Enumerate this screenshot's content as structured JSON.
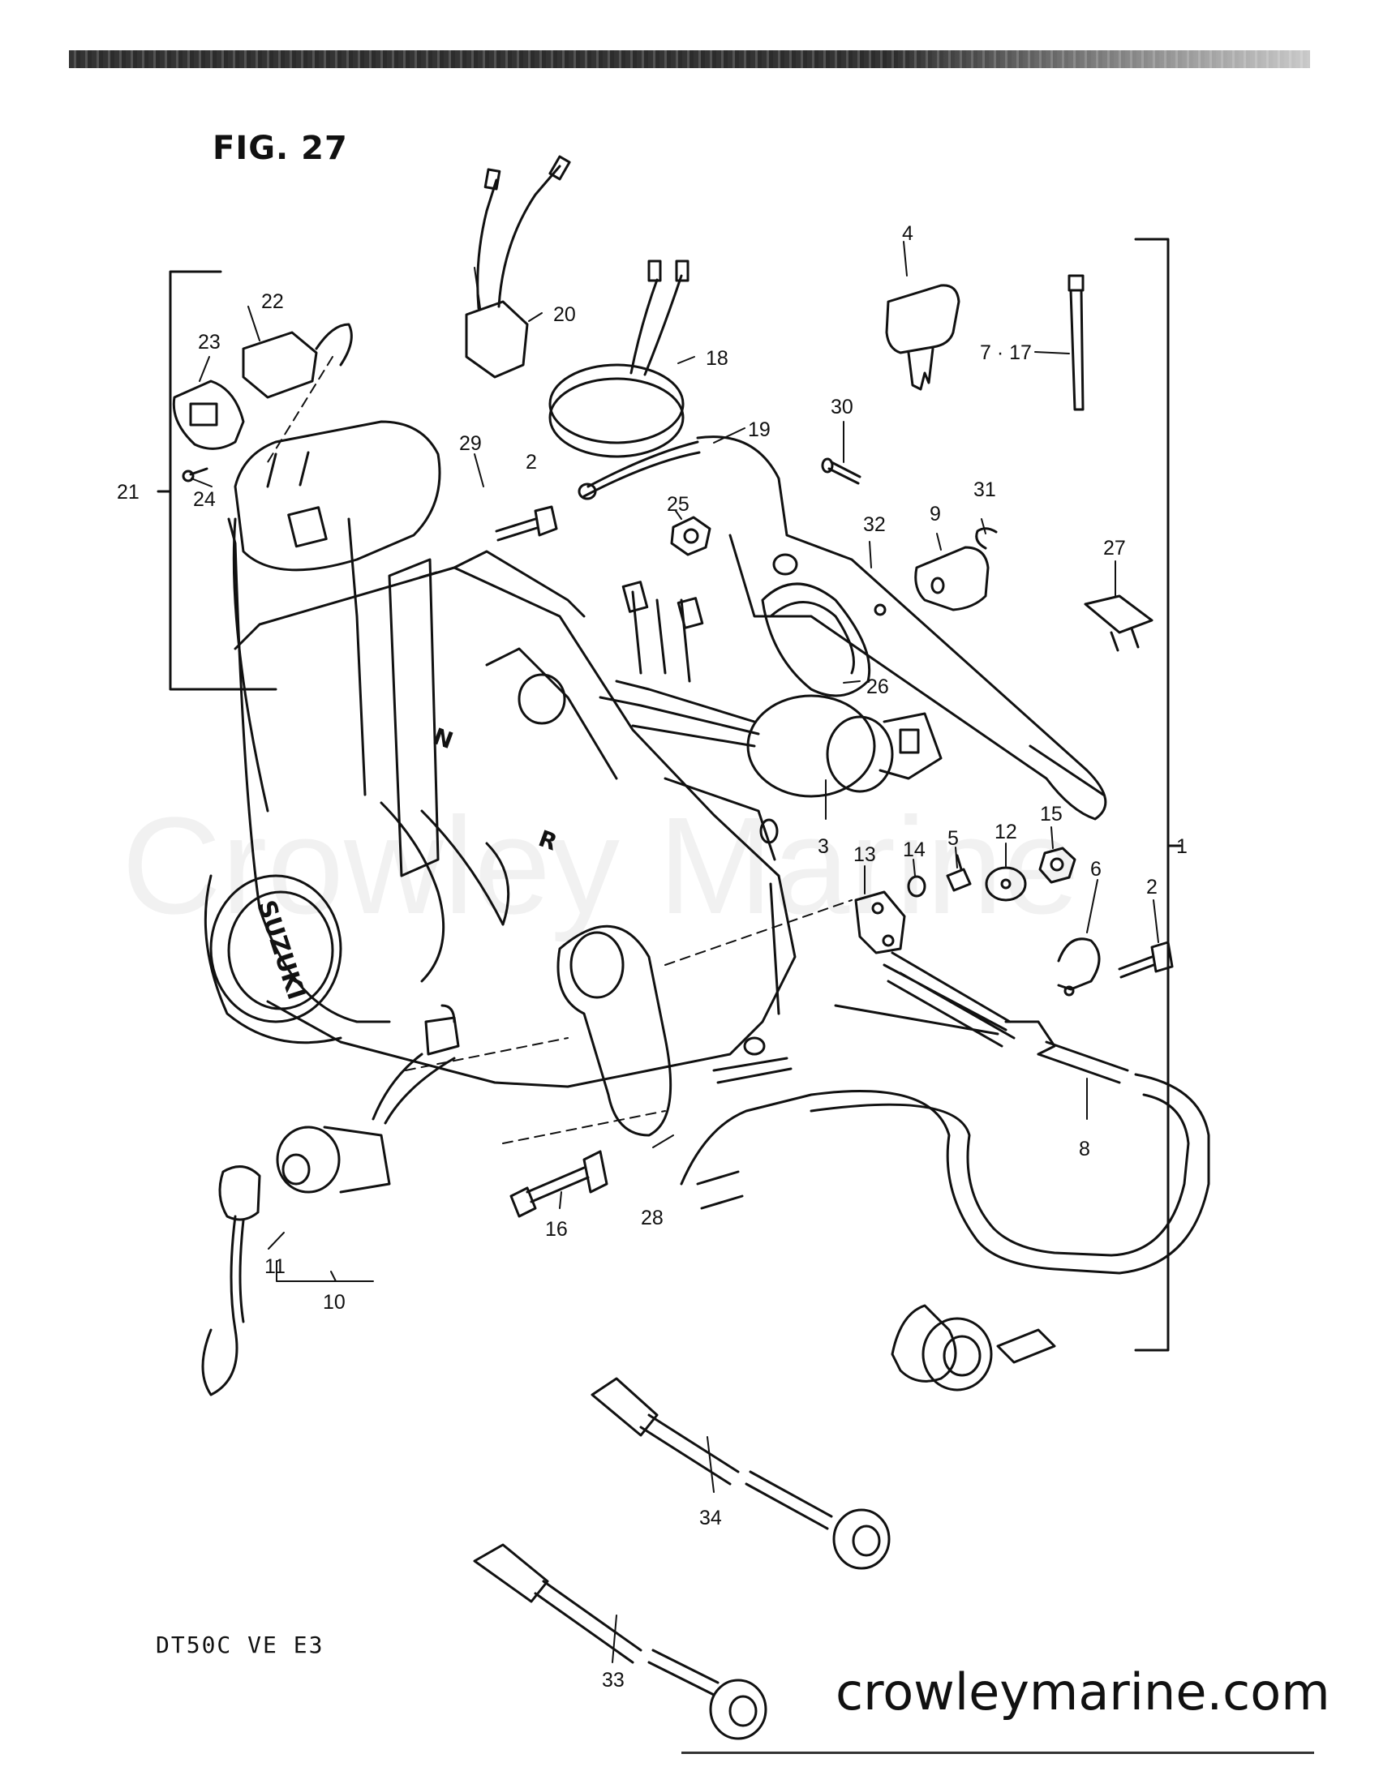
{
  "figure": {
    "title": "FIG. 27",
    "model_code": "DT50C VE E3",
    "website": "crowleymarine.com",
    "watermark": "Crowley Marine"
  },
  "housing_markings": {
    "brand": "SUZUKI",
    "neutral": "N",
    "reverse": "R"
  },
  "callouts": [
    "1",
    "2",
    "2",
    "3",
    "4",
    "5",
    "6",
    "7 · 17",
    "8",
    "9",
    "10",
    "11",
    "12",
    "13",
    "14",
    "15",
    "16",
    "18",
    "19",
    "20",
    "21",
    "22",
    "23",
    "24",
    "25",
    "26",
    "27",
    "28",
    "29",
    "30",
    "31",
    "32",
    "33",
    "34"
  ]
}
